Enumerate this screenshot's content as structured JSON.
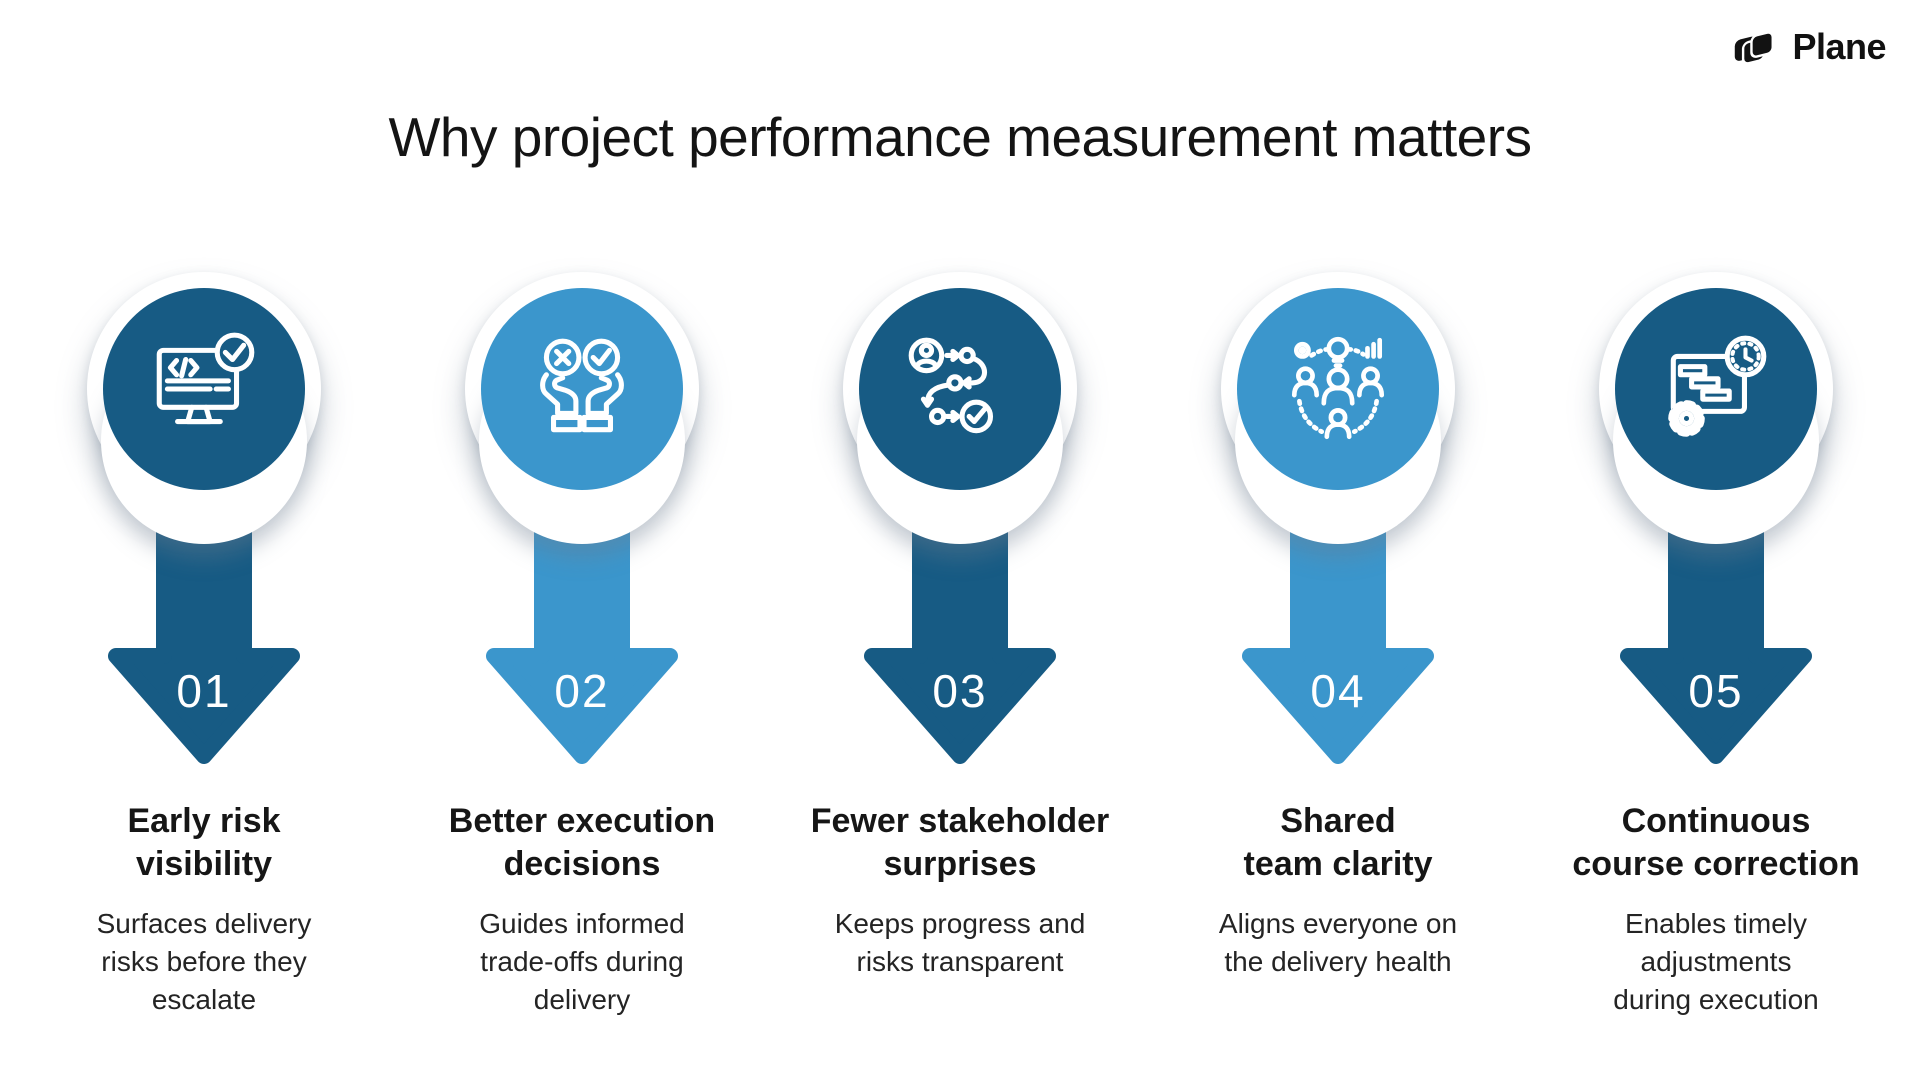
{
  "brand": {
    "name": "Plane",
    "logo_icon": "plane-logo-icon",
    "logo_color": "#121212"
  },
  "title": "Why project performance measurement matters",
  "colors": {
    "dark": "#175b84",
    "light": "#3b96cc",
    "icon_stroke": "#ffffff",
    "background": "#ffffff",
    "text": "#161616"
  },
  "columns": [
    {
      "number": "01",
      "variant": "dark",
      "icon": "monitor-code-check-icon",
      "heading": "Early risk\nvisibility",
      "body": "Surfaces delivery\nrisks before they\nescalate"
    },
    {
      "number": "02",
      "variant": "light",
      "icon": "hands-choice-icon",
      "heading": "Better execution\ndecisions",
      "body": "Guides informed\ntrade-offs during\ndelivery"
    },
    {
      "number": "03",
      "variant": "dark",
      "icon": "process-flow-check-icon",
      "heading": "Fewer stakeholder\nsurprises",
      "body": "Keeps progress and\nrisks transparent"
    },
    {
      "number": "04",
      "variant": "light",
      "icon": "team-alignment-icon",
      "heading": "Shared\nteam clarity",
      "body": "Aligns everyone on\nthe delivery health"
    },
    {
      "number": "05",
      "variant": "dark",
      "icon": "gantt-clock-gear-icon",
      "heading": "Continuous\ncourse correction",
      "body": "Enables timely\nadjustments\nduring execution"
    }
  ]
}
